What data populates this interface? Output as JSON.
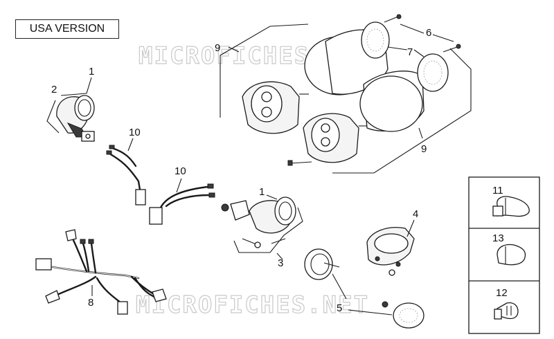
{
  "version_label": "USA VERSION",
  "watermark": "MICROFICHES.NET",
  "callouts": {
    "c1a": "1",
    "c2": "2",
    "c10a": "10",
    "c10b": "10",
    "c1b": "1",
    "c3": "3",
    "c8": "8",
    "c9a": "9",
    "c9b": "9",
    "c6": "6",
    "c7": "7",
    "c4": "4",
    "c5": "5",
    "c11": "11",
    "c13": "13",
    "c12": "12"
  }
}
